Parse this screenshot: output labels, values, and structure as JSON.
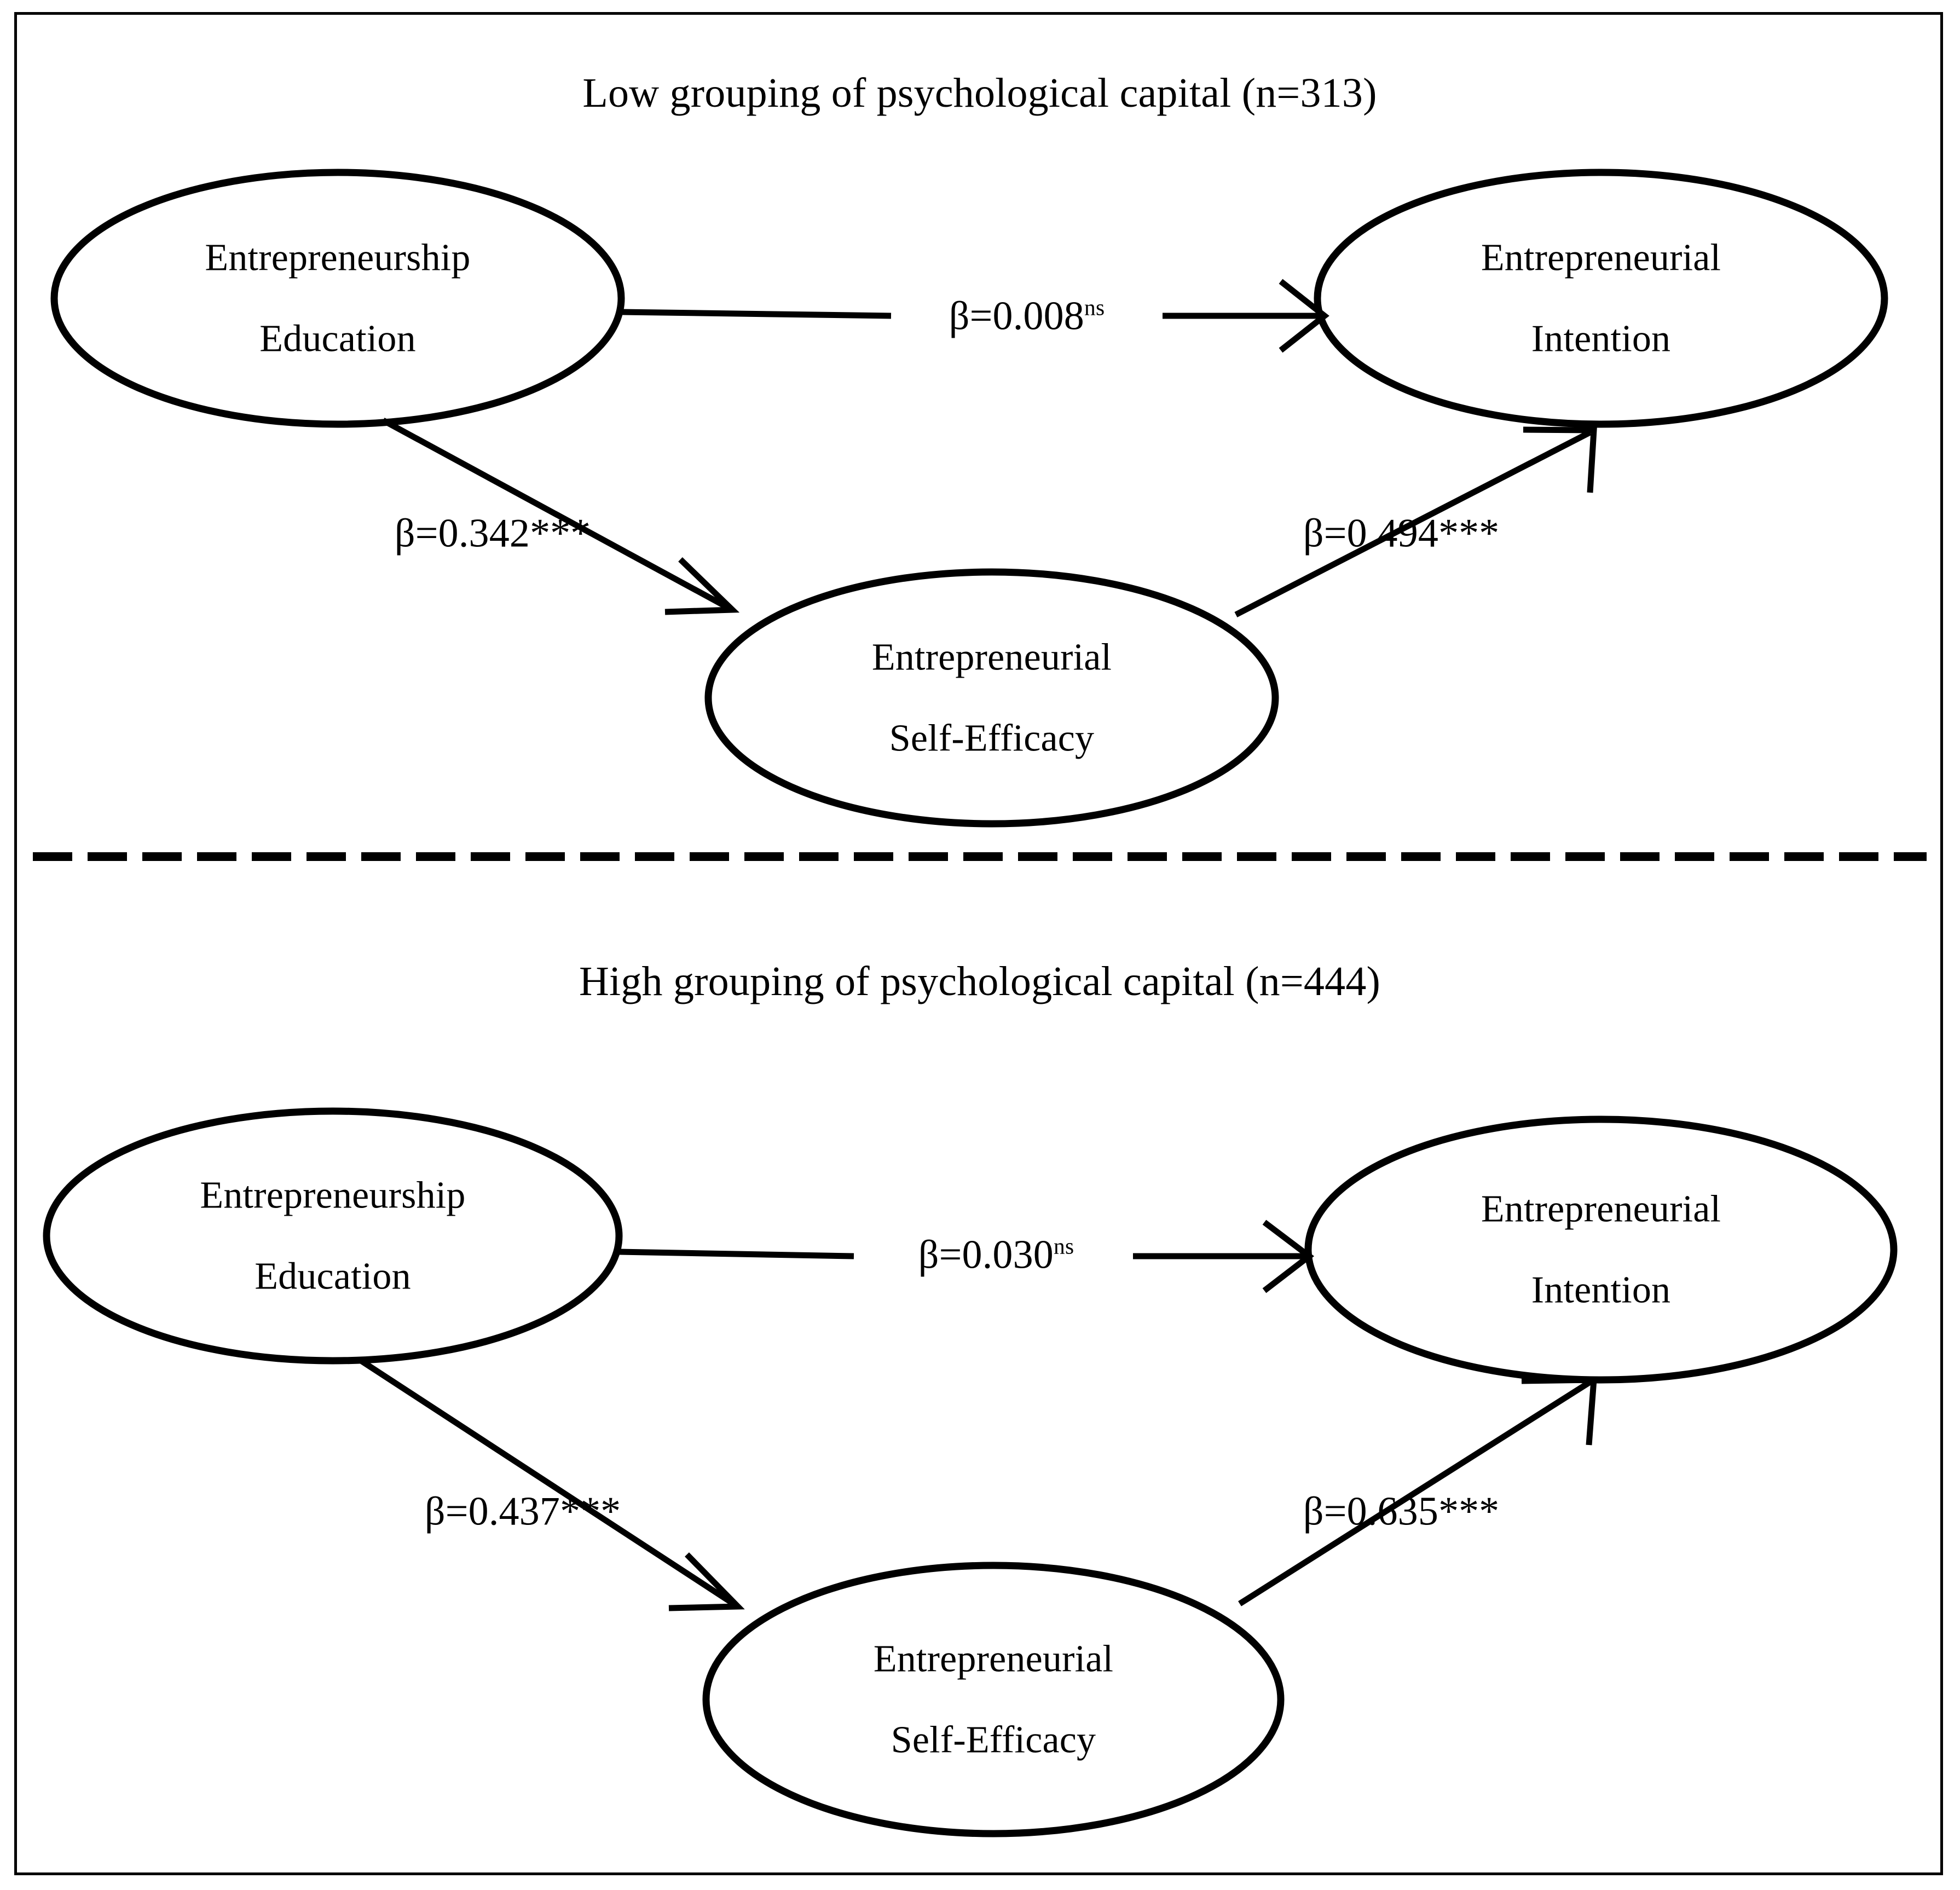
{
  "figure": {
    "kind": "structural-equation-model-multigroup",
    "border_color": "#000000",
    "background_color": "#ffffff",
    "line_color": "#000000"
  },
  "panels": [
    {
      "id": "low-group",
      "title": "Low grouping of psychological capital (n=313)",
      "nodes": [
        {
          "id": "ee",
          "lines": [
            "Entrepreneurship",
            "Education"
          ]
        },
        {
          "id": "ei",
          "lines": [
            "Entrepreneurial",
            "Intention"
          ]
        },
        {
          "id": "ese",
          "lines": [
            "Entrepreneurial",
            "Self-Efficacy"
          ]
        }
      ],
      "edges": [
        {
          "id": "ee-ei",
          "from": "ee",
          "to": "ei",
          "coefficient": "β=0.008",
          "significance": "ns",
          "significance_kind": "superscript"
        },
        {
          "id": "ee-ese",
          "from": "ee",
          "to": "ese",
          "coefficient": "β=0.342",
          "significance": "***",
          "significance_kind": "stars"
        },
        {
          "id": "ese-ei",
          "from": "ese",
          "to": "ei",
          "coefficient": "β=0.494",
          "significance": "***",
          "significance_kind": "stars"
        }
      ]
    },
    {
      "id": "high-group",
      "title": "High grouping of psychological capital (n=444)",
      "nodes": [
        {
          "id": "ee",
          "lines": [
            "Entrepreneurship",
            "Education"
          ]
        },
        {
          "id": "ei",
          "lines": [
            "Entrepreneurial",
            "Intention"
          ]
        },
        {
          "id": "ese",
          "lines": [
            "Entrepreneurial",
            "Self-Efficacy"
          ]
        }
      ],
      "edges": [
        {
          "id": "ee-ei",
          "from": "ee",
          "to": "ei",
          "coefficient": "β=0.030",
          "significance": "ns",
          "significance_kind": "superscript"
        },
        {
          "id": "ee-ese",
          "from": "ee",
          "to": "ese",
          "coefficient": "β=0.437",
          "significance": "***",
          "significance_kind": "stars"
        },
        {
          "id": "ese-ei",
          "from": "ese",
          "to": "ei",
          "coefficient": "β=0.635",
          "significance": "***",
          "significance_kind": "stars"
        }
      ]
    }
  ],
  "divider": {
    "style": "dashed",
    "description": "horizontal dashed separator between the two group panels"
  }
}
